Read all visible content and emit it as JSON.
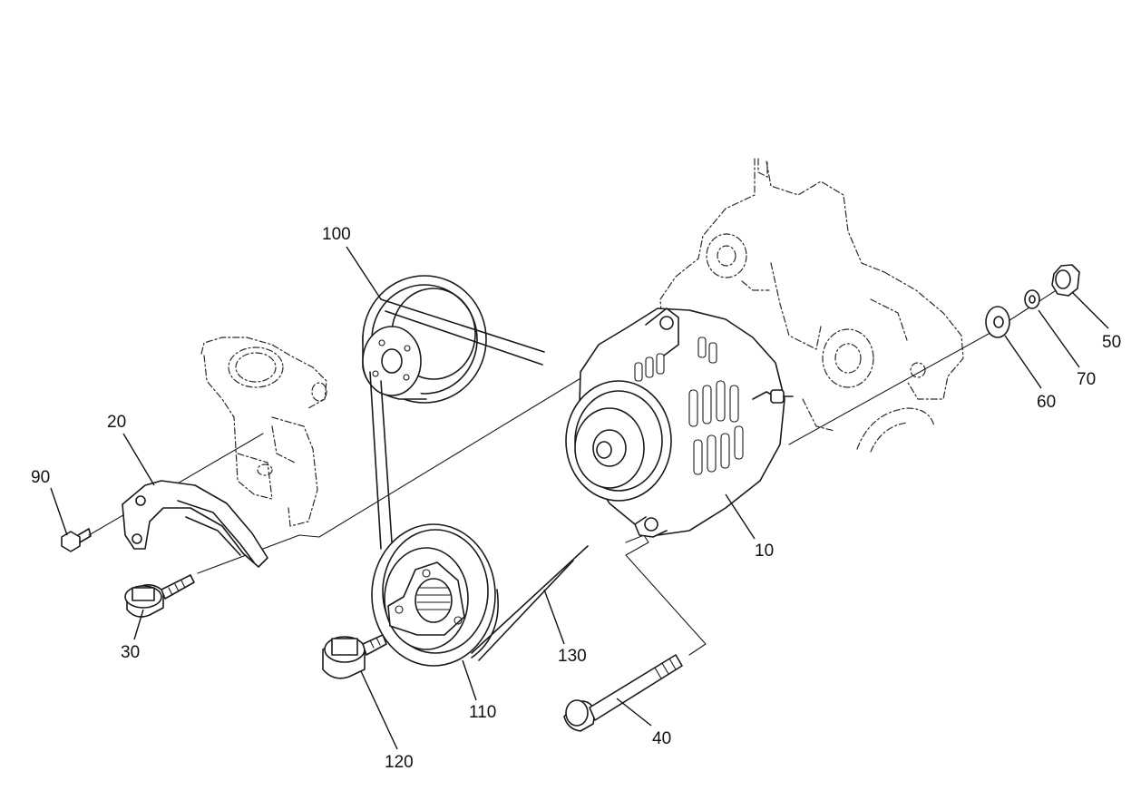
{
  "diagram": {
    "callouts": [
      {
        "id": "c10",
        "text": "10"
      },
      {
        "id": "c20",
        "text": "20"
      },
      {
        "id": "c30",
        "text": "30"
      },
      {
        "id": "c40",
        "text": "40"
      },
      {
        "id": "c50",
        "text": "50"
      },
      {
        "id": "c60",
        "text": "60"
      },
      {
        "id": "c70",
        "text": "70"
      },
      {
        "id": "c90",
        "text": "90"
      },
      {
        "id": "c100",
        "text": "100"
      },
      {
        "id": "c110",
        "text": "110"
      },
      {
        "id": "c120",
        "text": "120"
      },
      {
        "id": "c130",
        "text": "130"
      }
    ]
  }
}
